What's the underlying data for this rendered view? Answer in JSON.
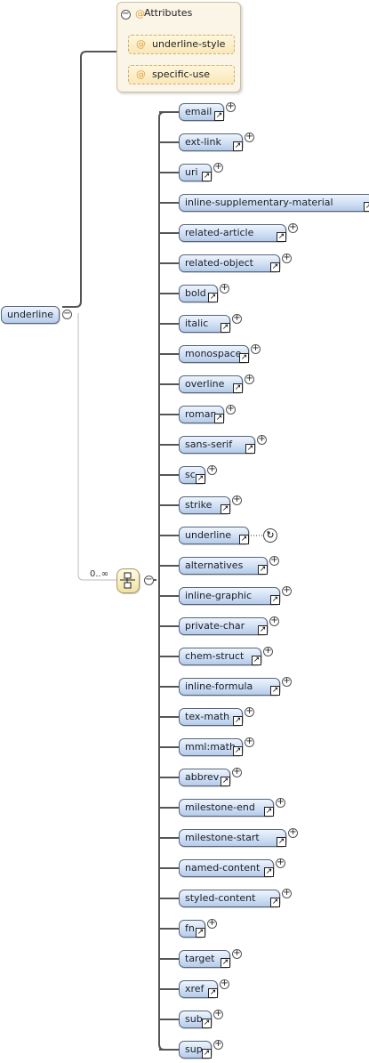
{
  "root": {
    "label": "underline"
  },
  "attributes": {
    "title": "Attributes",
    "items": [
      "underline-style",
      "specific-use"
    ]
  },
  "sequence": {
    "occurrence": "0..∞"
  },
  "children": [
    "email",
    "ext-link",
    "uri",
    "inline-supplementary-material",
    "related-article",
    "related-object",
    "bold",
    "italic",
    "monospace",
    "overline",
    "roman",
    "sans-serif",
    "sc",
    "strike",
    "underline",
    "alternatives",
    "inline-graphic",
    "private-char",
    "chem-struct",
    "inline-formula",
    "tex-math",
    "mml:math",
    "abbrev",
    "milestone-end",
    "milestone-start",
    "named-content",
    "styled-content",
    "fn",
    "target",
    "xref",
    "sub",
    "sup"
  ],
  "icons": {
    "collapse": "minus-circle-icon",
    "expand": "plus-circle-icon",
    "reference": "reference-arrow-icon",
    "attribute": "at-sign-icon",
    "sequence": "sequence-compositor-icon",
    "recursion": "recursion-icon"
  }
}
